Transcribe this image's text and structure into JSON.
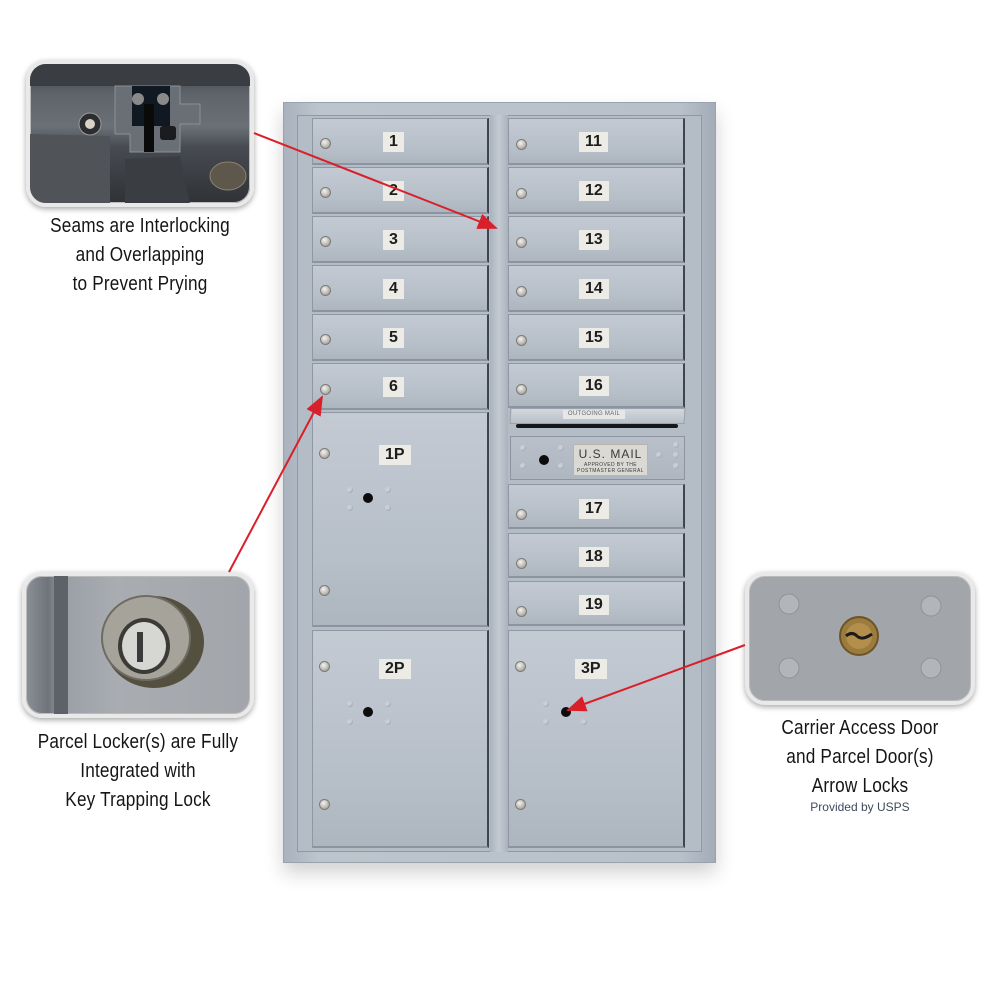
{
  "mailboxes": {
    "left_column": [
      {
        "number": "1"
      },
      {
        "number": "2"
      },
      {
        "number": "3"
      },
      {
        "number": "4"
      },
      {
        "number": "5"
      },
      {
        "number": "6"
      }
    ],
    "right_column": [
      {
        "number": "11"
      },
      {
        "number": "12"
      },
      {
        "number": "13"
      },
      {
        "number": "14"
      },
      {
        "number": "15"
      },
      {
        "number": "16"
      }
    ],
    "right_lower": [
      {
        "number": "17"
      },
      {
        "number": "18"
      },
      {
        "number": "19"
      }
    ],
    "parcel_lockers": [
      {
        "number": "1P"
      },
      {
        "number": "2P"
      },
      {
        "number": "3P"
      }
    ],
    "outgoing_mail_label": "OUTGOING MAIL",
    "carrier_panel": {
      "title": "U.S. MAIL",
      "subtitle_line1": "APPROVED BY THE",
      "subtitle_line2": "POSTMASTER GENERAL"
    }
  },
  "callouts": {
    "seams": {
      "image": "interlocking-seam-closeup",
      "lines": [
        "Seams are Interlocking",
        "and Overlapping",
        "to Prevent Prying"
      ]
    },
    "parcel_lock": {
      "image": "key-trapping-lock-closeup",
      "lines": [
        "Parcel Locker(s) are Fully",
        "Integrated with",
        "Key Trapping Lock"
      ]
    },
    "arrow_locks": {
      "image": "arrow-lock-closeup",
      "lines": [
        "Carrier Access Door",
        "and Parcel Door(s)",
        "Arrow Locks"
      ],
      "sub": "Provided by USPS"
    }
  },
  "colors": {
    "arrow": "#d9202a",
    "cabinet": "#b8c0ca",
    "text": "#151515"
  }
}
